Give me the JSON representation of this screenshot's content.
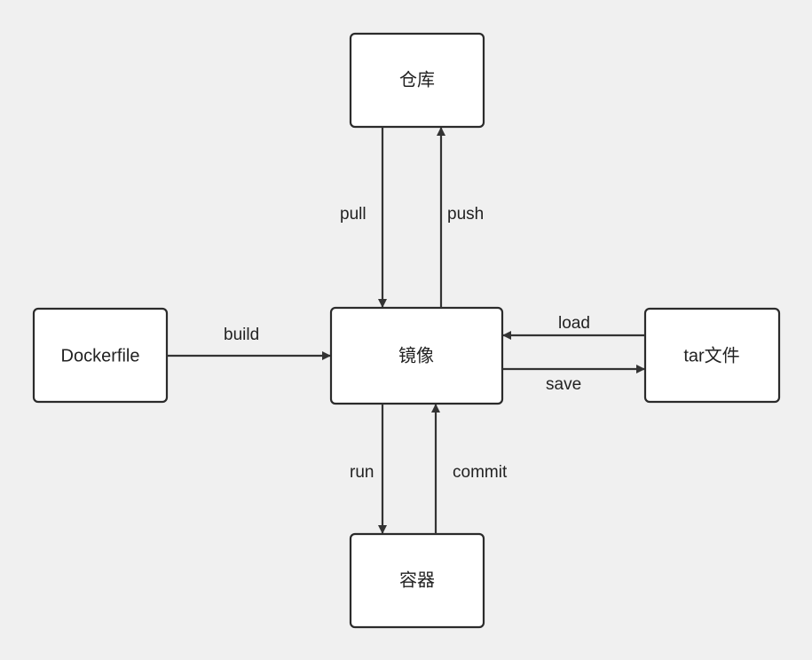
{
  "colors": {
    "background": "#f0f0f0",
    "node_fill": "#ffffff",
    "stroke": "#2b2b2b"
  },
  "nodes": {
    "registry": "仓库",
    "image": "镜像",
    "dockerfile": "Dockerfile",
    "tar": "tar文件",
    "container": "容器"
  },
  "edges": {
    "pull": "pull",
    "push": "push",
    "build": "build",
    "load": "load",
    "save": "save",
    "run": "run",
    "commit": "commit"
  }
}
